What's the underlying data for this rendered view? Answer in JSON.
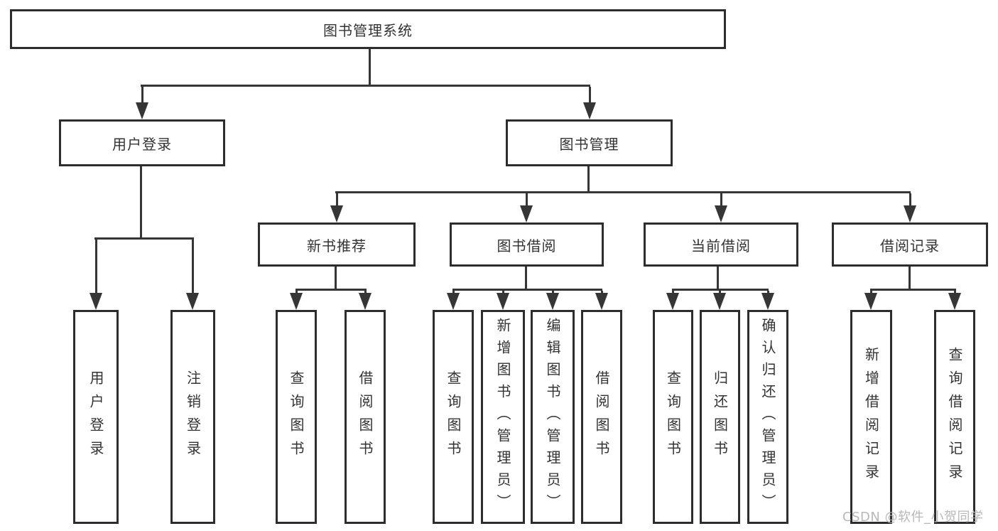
{
  "colors": {
    "line": "#363636",
    "box_border": "#2d2d2d",
    "text": "#333333",
    "watermark": "#b2b2b2",
    "background": "#ffffff"
  },
  "diagram": {
    "root": {
      "label": "图书管理系统"
    },
    "level2": [
      {
        "label": "用户登录",
        "leaves": [
          "用户登录",
          "注销登录"
        ]
      },
      {
        "label": "图书管理",
        "sections": [
          {
            "label": "新书推荐",
            "leaves": [
              "查询图书",
              "借阅图书"
            ]
          },
          {
            "label": "图书借阅",
            "leaves": [
              "查询图书",
              "新增图书（管理员）",
              "编辑图书（管理员）",
              "借阅图书"
            ]
          },
          {
            "label": "当前借阅",
            "leaves": [
              "查询图书",
              "归还图书",
              "确认归还（管理员）"
            ]
          },
          {
            "label": "借阅记录",
            "leaves": [
              "新增借阅记录",
              "查询借阅记录"
            ]
          }
        ]
      }
    ]
  },
  "watermark": {
    "text": "CSDN @软件_小贺同学"
  }
}
